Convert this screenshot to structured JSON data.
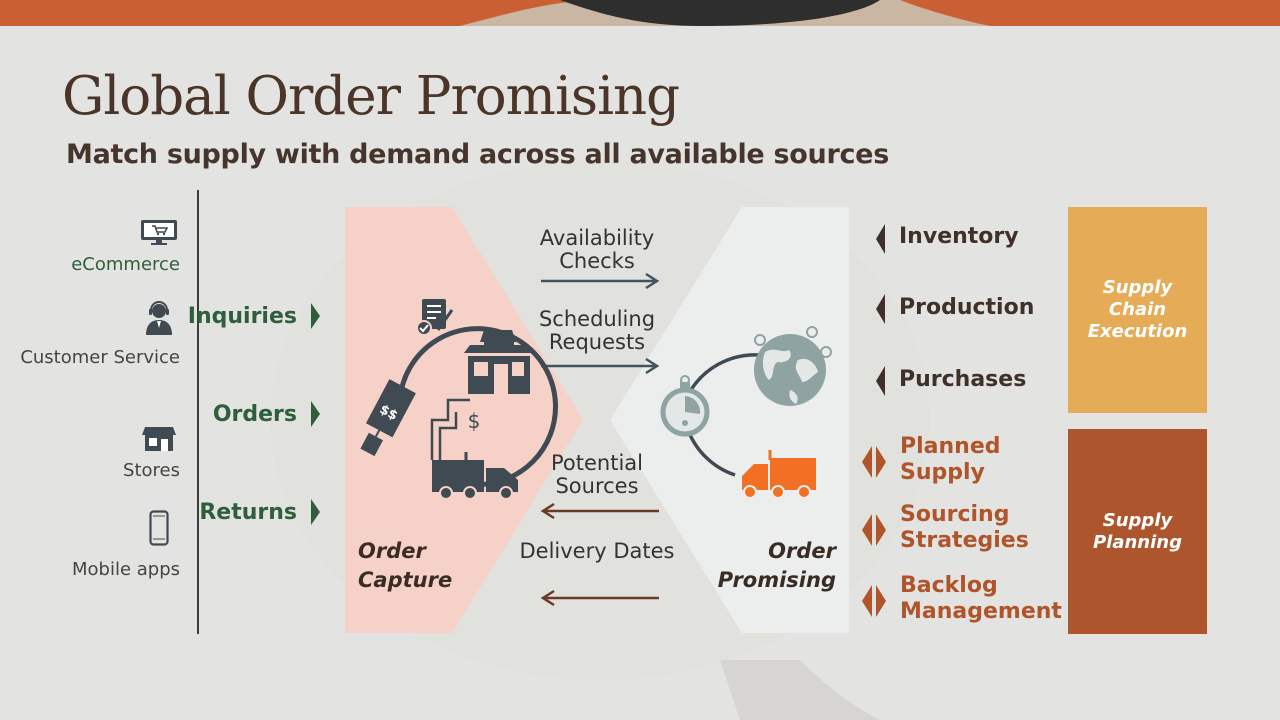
{
  "title": "Global Order Promising",
  "subtitle": "Match supply with demand across all available sources",
  "channels": [
    {
      "label": "eCommerce",
      "icon": "monitor-cart-icon"
    },
    {
      "label": "Customer Service",
      "icon": "headset-agent-icon"
    },
    {
      "label": "Stores",
      "icon": "storefront-icon"
    },
    {
      "label": "Mobile apps",
      "icon": "mobile-phone-icon"
    }
  ],
  "flows": [
    "Inquiries",
    "Orders",
    "Returns"
  ],
  "order_capture": "Order Capture",
  "order_promising": "Order Promising",
  "requests": [
    "Availability Checks",
    "Scheduling Requests"
  ],
  "responses": [
    "Potential Sources",
    "Delivery Dates"
  ],
  "execution_sources": [
    "Inventory",
    "Production",
    "Purchases"
  ],
  "planning_sources": [
    "Planned Supply",
    "Sourcing Strategies",
    "Backlog Management"
  ],
  "supply_chain_execution": "Supply Chain Execution",
  "supply_planning": "Supply Planning",
  "colors": {
    "title": "#4a3528",
    "green": "#2e5e3c",
    "order_capture_panel": "#f6d1c8",
    "order_promising_panel": "#ebeeed",
    "execution_box": "#e6ab56",
    "planning_box": "#ad552c",
    "planning_text": "#b0552b",
    "truck_orange": "#f36f23",
    "icon_dark": "#3f4a52",
    "globe_gray": "#8fa3a3"
  }
}
